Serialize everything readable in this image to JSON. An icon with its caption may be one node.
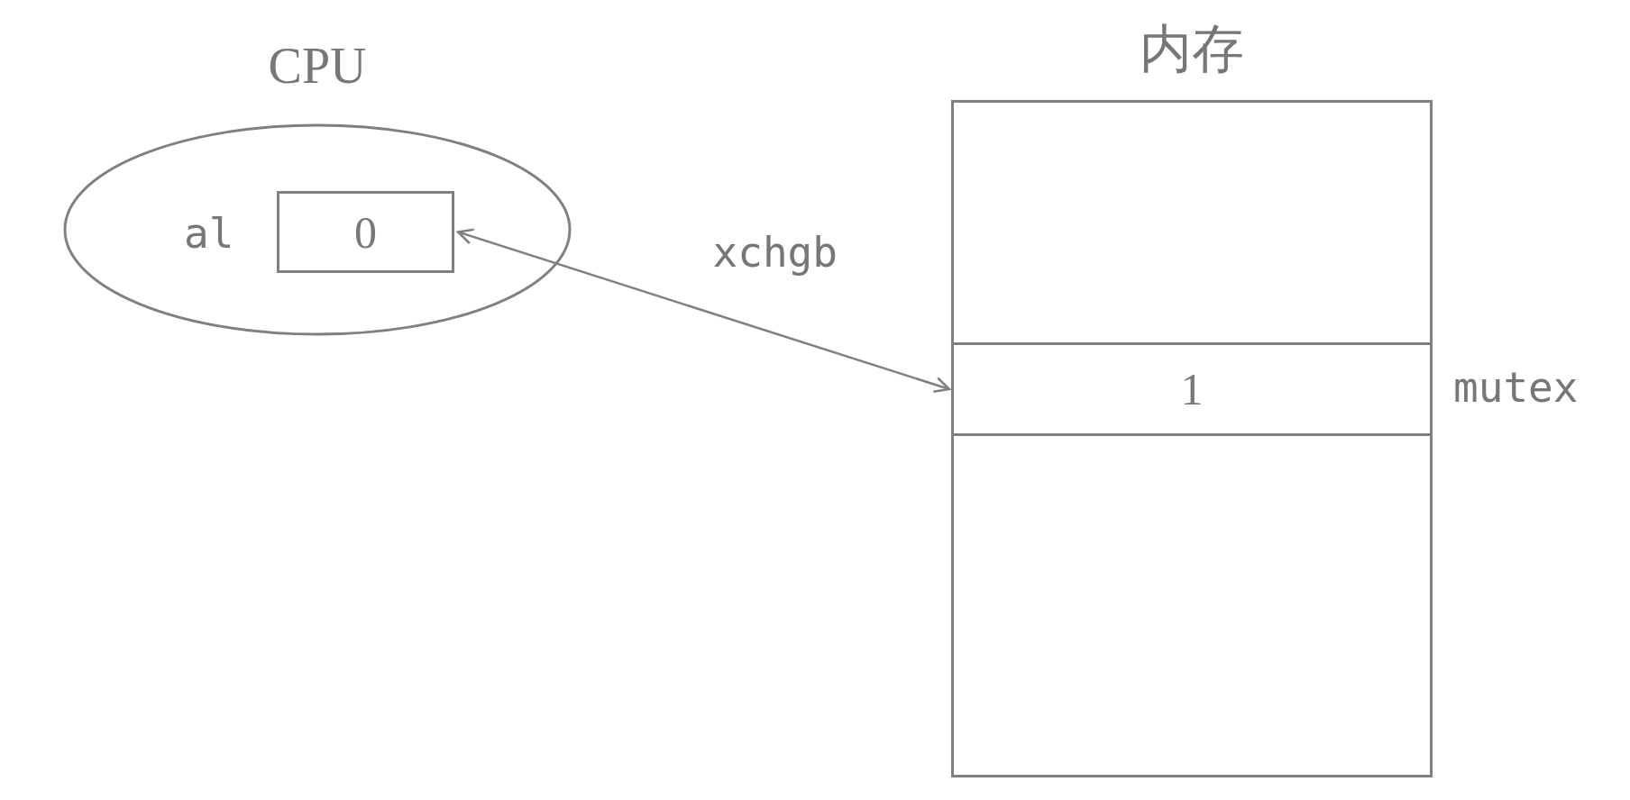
{
  "diagram": {
    "nodes": [
      {
        "text": [
          "CPU"
        ]
      },
      {
        "text": [
          "0"
        ],
        "in": 0,
        "beside": [
          "al"
        ]
      },
      {
        "text": [
          "内存"
        ]
      },
      {
        "text": [],
        "shape": "box",
        "in": 2
      },
      {
        "text": [
          "1"
        ],
        "in": 2,
        "beside": [
          "mutex"
        ]
      },
      {
        "text": [],
        "shape": "box",
        "in": 2
      }
    ],
    "edges": [
      {
        "from": 1,
        "to": 4,
        "arrow": "both",
        "label": "xchgb"
      }
    ]
  }
}
